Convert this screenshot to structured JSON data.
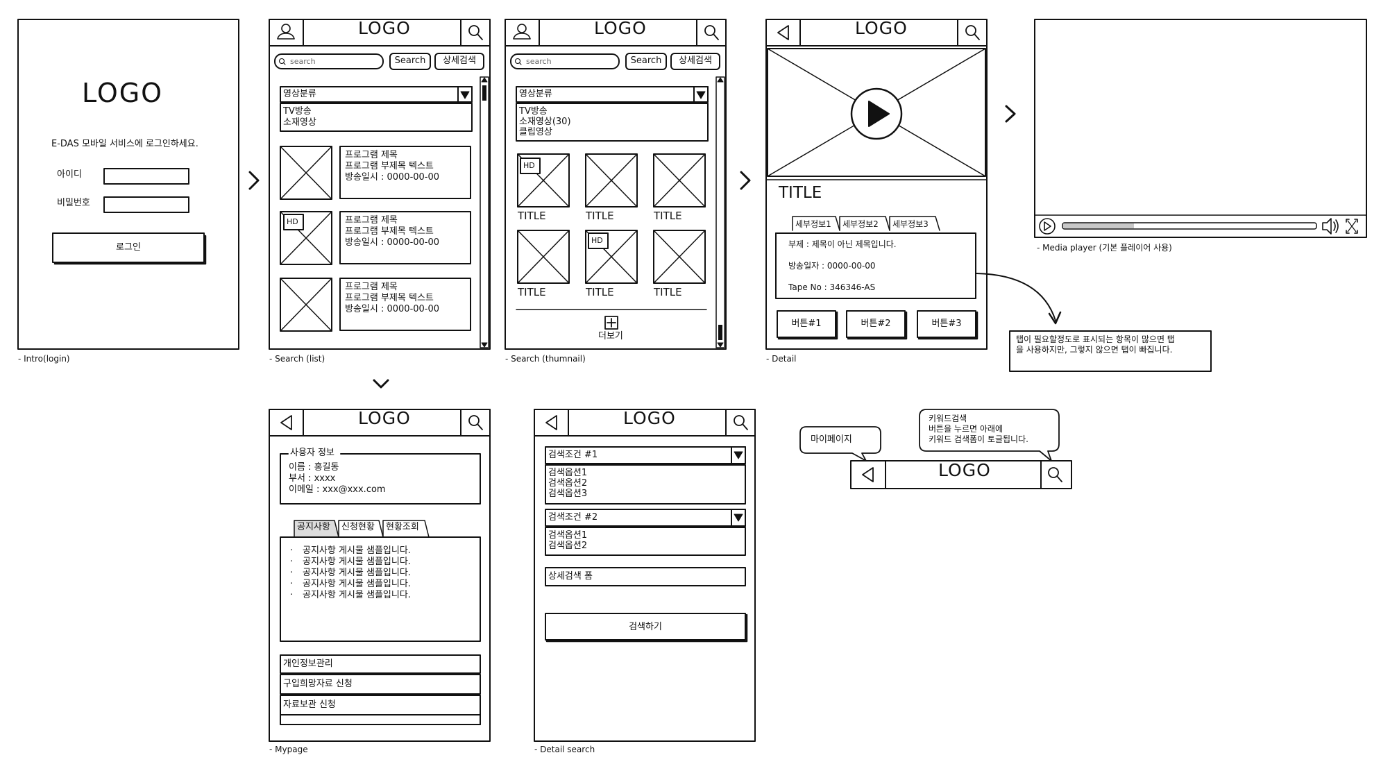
{
  "screens": {
    "intro": {
      "caption": "- Intro(login)",
      "logo": "LOGO",
      "message": "E-DAS 모바일 서비스에 로그인하세요.",
      "id_label": "아이디",
      "pw_label": "비밀번호",
      "login_button": "로그인"
    },
    "search_list": {
      "caption": "- Search (list)",
      "logo": "LOGO",
      "search_placeholder": "search",
      "search_button": "Search",
      "detail_search_button": "상세검색",
      "category_select": "영상분류",
      "category_options": [
        "TV방송",
        "소재영상"
      ],
      "items": [
        {
          "title": "프로그램 제목",
          "subtitle": "프로그램 부제목 텍스트",
          "date": "방송일시 : 0000-00-00",
          "hd": false
        },
        {
          "title": "프로그램 제목",
          "subtitle": "프로그램 부제목 텍스트",
          "date": "방송일시 : 0000-00-00",
          "hd": true
        },
        {
          "title": "프로그램 제목",
          "subtitle": "프로그램 부제목 텍스트",
          "date": "방송일시 : 0000-00-00",
          "hd": false
        }
      ],
      "hd_badge": "HD"
    },
    "search_thumb": {
      "caption": "- Search (thumnail)",
      "logo": "LOGO",
      "search_placeholder": "search",
      "search_button": "Search",
      "detail_search_button": "상세검색",
      "category_select": "영상분류",
      "category_options": [
        "TV방송",
        "소재영상(30)",
        "클립영상"
      ],
      "thumb_title": "TITLE",
      "hd_badge": "HD",
      "more_label": "더보기"
    },
    "detail": {
      "caption": "- Detail",
      "logo": "LOGO",
      "title": "TITLE",
      "tabs": [
        "세부정보1",
        "세부정보2",
        "세부정보3"
      ],
      "info_lines": [
        "부제 : 제목이 아닌 제목입니다.",
        "방송일자 : 0000-00-00",
        "Tape No : 346346-AS"
      ],
      "buttons": [
        "버튼#1",
        "버튼#2",
        "버튼#3"
      ],
      "note_lines": [
        "탭이 필요할정도로 표시되는 항목이 많으면 탭",
        "을 사용하지만, 그렇지 않으면 탭이 빠집니다."
      ]
    },
    "media": {
      "caption": "- Media player (기본 플레이어 사용)"
    },
    "mypage": {
      "caption": "- Mypage",
      "logo": "LOGO",
      "user_info_legend": "사용자 정보",
      "user_lines": [
        "이름 : 홍길동",
        "부서 : xxxx",
        "이메일 : xxx@xxx.com"
      ],
      "tabs": [
        "공지사항",
        "신청현황",
        "현황조회"
      ],
      "notices": [
        "공지사항 게시물 샘플입니다.",
        "공지사항 게시물 샘플입니다.",
        "공지사항 게시물 샘플입니다.",
        "공지사항 게시물 샘플입니다.",
        "공지사항 게시물 샘플입니다."
      ],
      "menu": [
        "개인정보관리",
        "구입희망자료 신청",
        "자료보관 신청"
      ]
    },
    "detail_search": {
      "caption": "- Detail search",
      "logo": "LOGO",
      "condition1": "검색조건 #1",
      "condition1_options": [
        "검색옵션1",
        "검색옵션2",
        "검색옵션3"
      ],
      "condition2": "검색조건 #2",
      "condition2_options": [
        "검색옵션1",
        "검색옵션2"
      ],
      "form_label": "상세검색 폼",
      "submit_button": "검색하기"
    },
    "header_note": {
      "logo": "LOGO",
      "bubble_mypage": "마이페이지",
      "bubble_keyword_lines": [
        "키워드검색",
        "버튼을 누르면 아래에",
        "키워드 검색폼이 토글됩니다."
      ]
    }
  }
}
